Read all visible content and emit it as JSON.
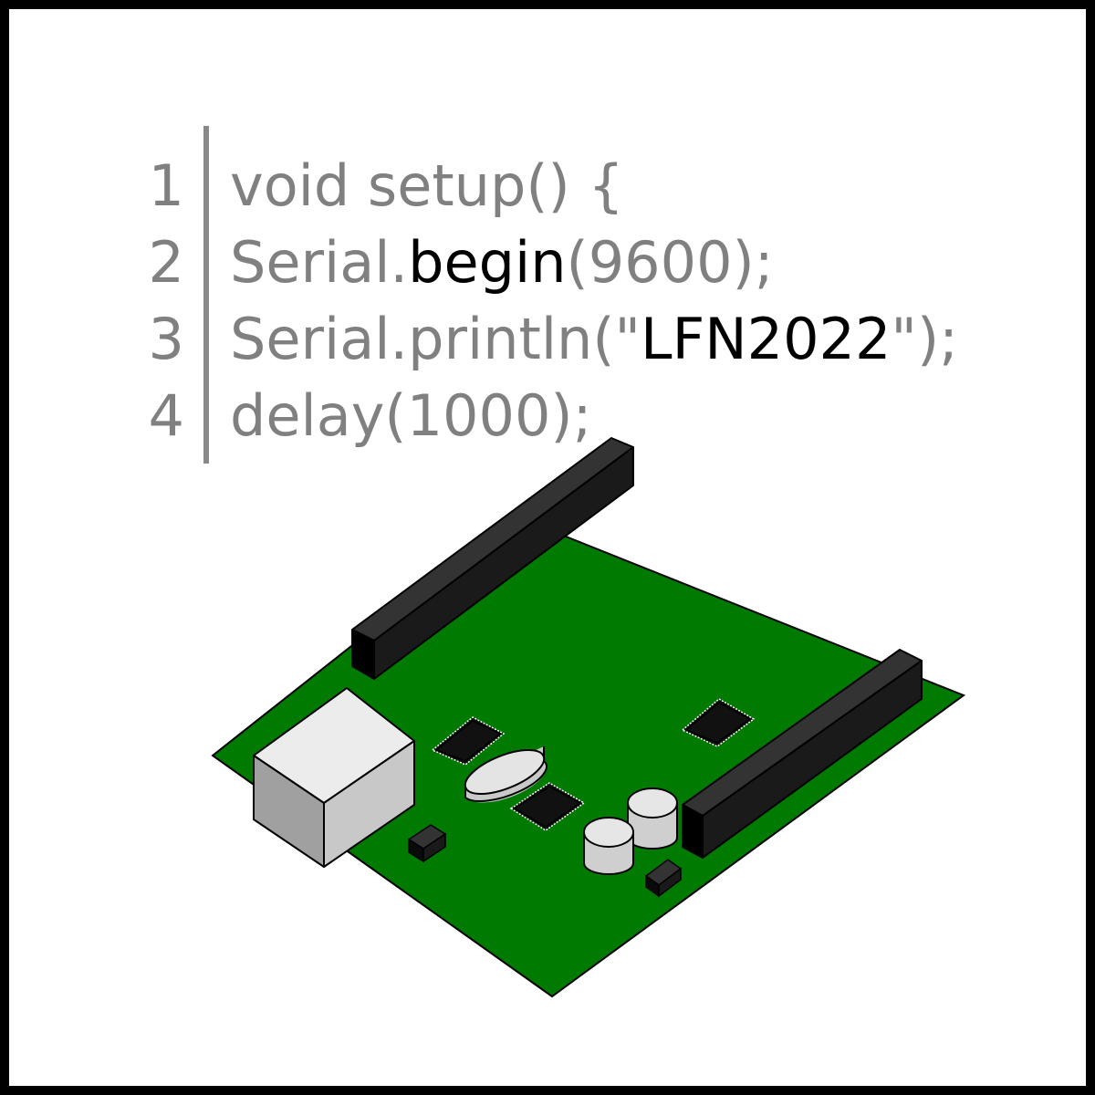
{
  "code": {
    "lines": [
      {
        "num": "1",
        "parts": [
          "void setup() {"
        ]
      },
      {
        "num": "2",
        "parts": [
          "Serial.",
          "begin",
          "(9600);"
        ]
      },
      {
        "num": "3",
        "parts": [
          "Serial.println(\"",
          "LFN2022",
          "\");"
        ]
      },
      {
        "num": "4",
        "parts": [
          "delay(1000);"
        ]
      }
    ]
  },
  "colors": {
    "text_gray": "#808080",
    "highlight": "#000000",
    "board_green": "#007a00",
    "header_black": "#1a1a1a",
    "border": "#000000"
  },
  "illustration": {
    "subject": "isometric-microcontroller-board-icon"
  }
}
